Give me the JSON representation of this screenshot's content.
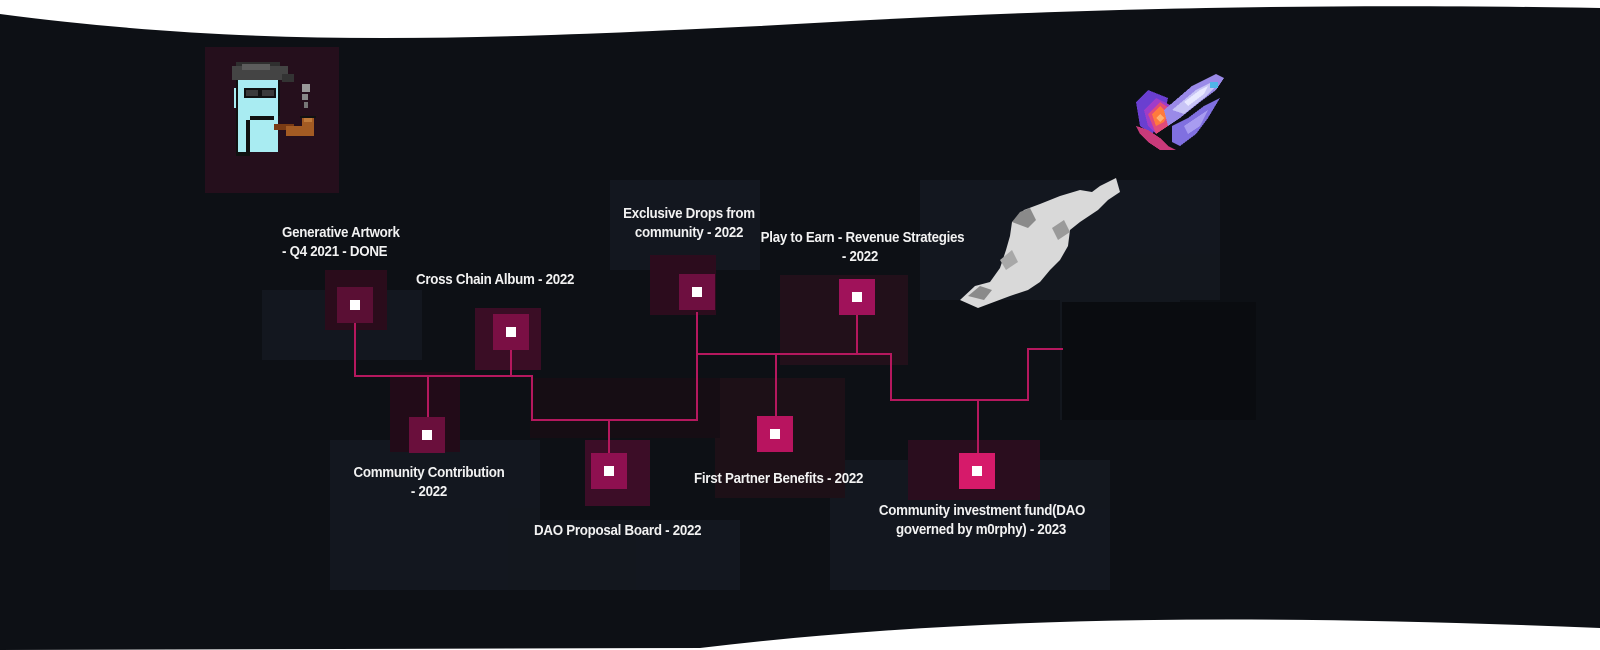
{
  "roadmap": {
    "milestones": [
      {
        "id": "generative-artwork",
        "lines": [
          "Generative Artwork",
          "-  Q4 2021 - DONE"
        ],
        "color": "#5a0f34"
      },
      {
        "id": "cross-chain-album",
        "lines": [
          "Cross Chain Album -  2022"
        ],
        "color": "#7a0f44"
      },
      {
        "id": "community-contribution",
        "lines": [
          "Community Contribution",
          "- 2022"
        ],
        "color": "#6a0f3c"
      },
      {
        "id": "exclusive-drops",
        "lines": [
          "Exclusive Drops from",
          "community - 2022"
        ],
        "color": "#6e0f40"
      },
      {
        "id": "dao-proposal-board",
        "lines": [
          "DAO Proposal Board - 2022"
        ],
        "color": "#8e1050"
      },
      {
        "id": "play-to-earn",
        "lines": [
          "Play to Earn - Revenue Strategies",
          "- 2022"
        ],
        "color": "#a0125a"
      },
      {
        "id": "first-partner-benefits",
        "lines": [
          "First Partner Benefits - 2022"
        ],
        "color": "#b8145f"
      },
      {
        "id": "community-investment-fund",
        "lines": [
          "Community investment fund(DAO",
          "governed by m0rphy) - 2023"
        ],
        "color": "#d61a6a"
      }
    ]
  },
  "decorations": {
    "character": "pixel-pipe-character",
    "comet": "pixel-comet-icon",
    "smoke": "pixel-smoke-cloud"
  },
  "colors": {
    "background": "#0d1015",
    "line": "#b5185e",
    "dot": "#ffffff",
    "text": "#f2f2f2"
  }
}
